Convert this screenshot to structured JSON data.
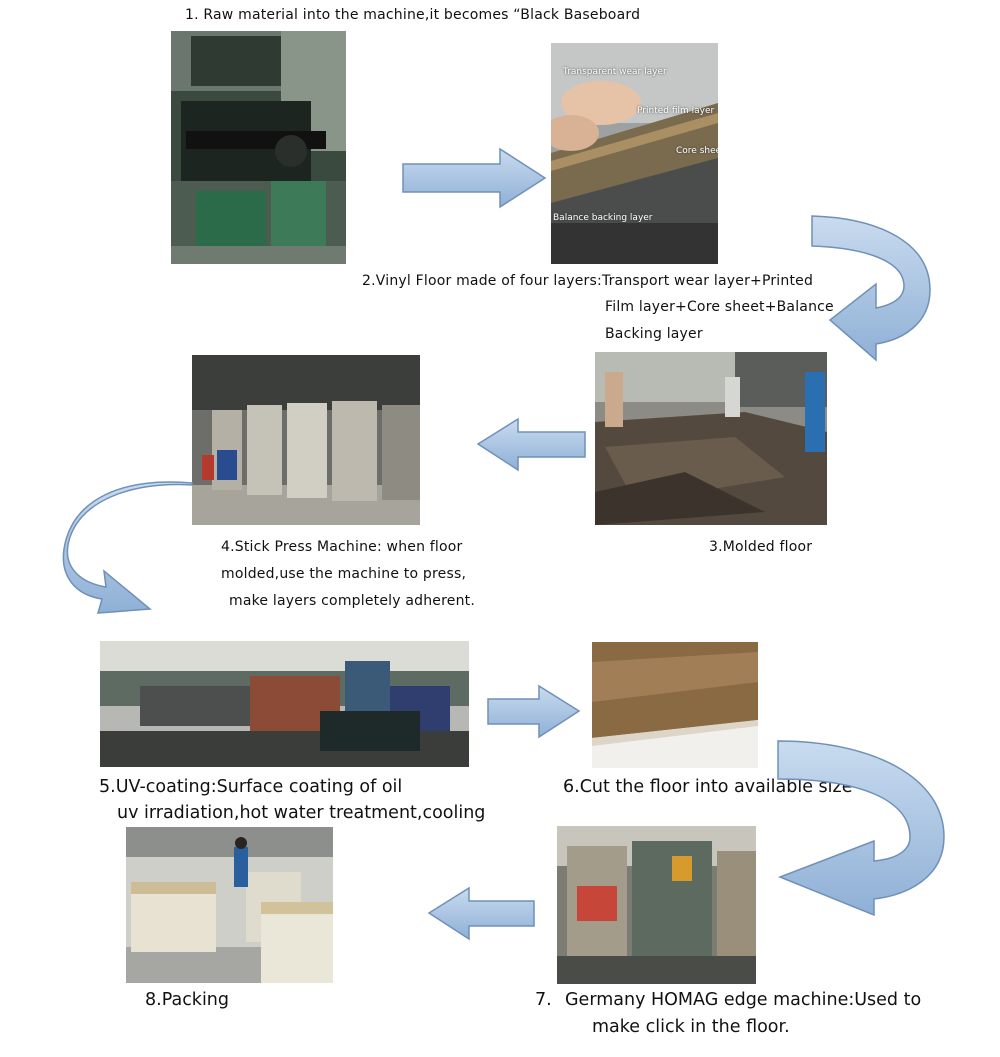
{
  "steps": {
    "s1": {
      "caption": "1. Raw material into the machine,it becomes “Black Baseboard"
    },
    "s2": {
      "line1": "2.Vinyl Floor made of four layers:Transport wear layer+Printed",
      "line2": "Film layer+Core sheet+Balance",
      "line3": "Backing layer",
      "layers": {
        "wear": "Transparent wear layer",
        "film": "Printed film layer",
        "core": "Core sheet",
        "backing": "Balance backing layer"
      }
    },
    "s3": {
      "caption": "3.Molded floor"
    },
    "s4": {
      "line1": "4.Stick Press Machine: when floor",
      "line2": "molded,use the machine to press,",
      "line3": "make layers completely adherent."
    },
    "s5": {
      "line1": "5.UV-coating:Surface coating of oil",
      "line2": "uv irradiation,hot water treatment,cooling"
    },
    "s6": {
      "caption": "6.Cut the floor into available size"
    },
    "s7": {
      "number": "7.",
      "line1": "Germany HOMAG edge machine:Used to",
      "line2": "make click in the floor."
    },
    "s8": {
      "caption": "8.Packing"
    }
  },
  "colors": {
    "arrow_fill": "#aac4e2",
    "arrow_stroke": "#6f90b8"
  }
}
